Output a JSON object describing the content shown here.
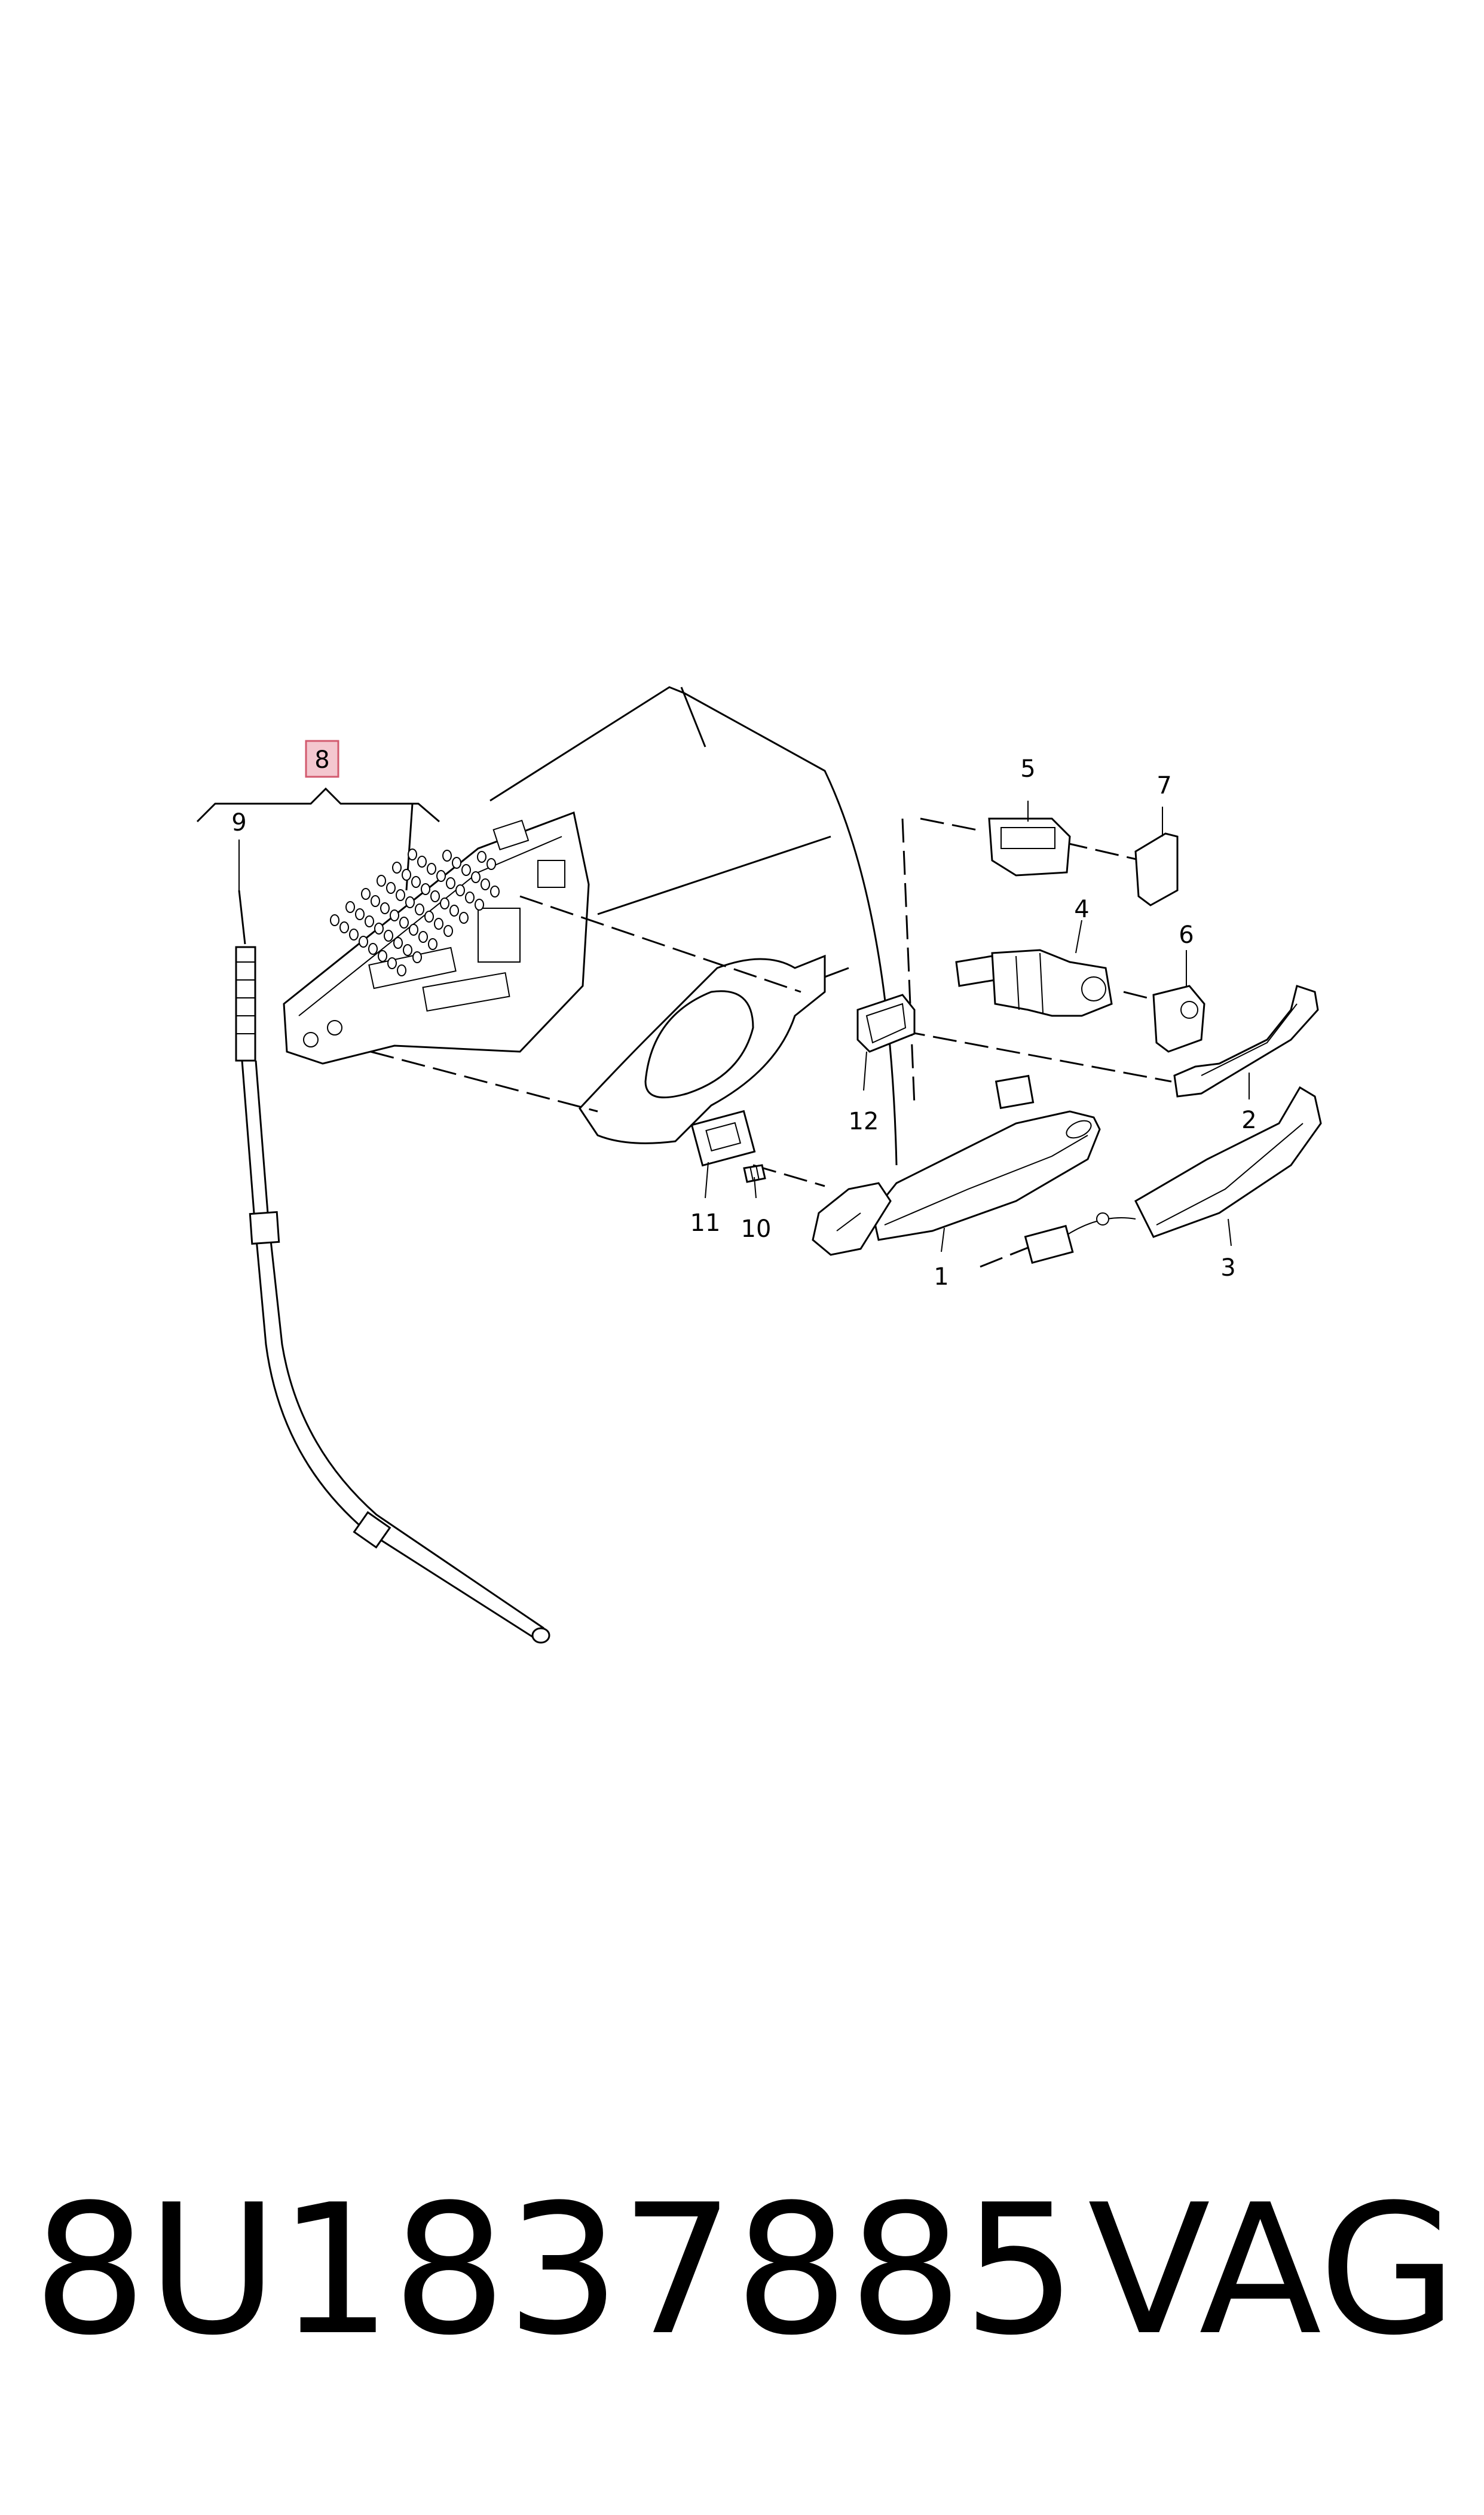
{
  "callouts": {
    "c1": "1",
    "c2": "2",
    "c3": "3",
    "c4": "4",
    "c5": "5",
    "c6": "6",
    "c7": "7",
    "c8": "8",
    "c9": "9",
    "c10": "10",
    "c11": "11",
    "c12": "12"
  },
  "footer": {
    "part_number": "8U1837885",
    "brand": "VAG"
  },
  "colors": {
    "highlight_fill": "#f4c7cf",
    "highlight_border": "#d25a6e",
    "line": "#000000"
  }
}
